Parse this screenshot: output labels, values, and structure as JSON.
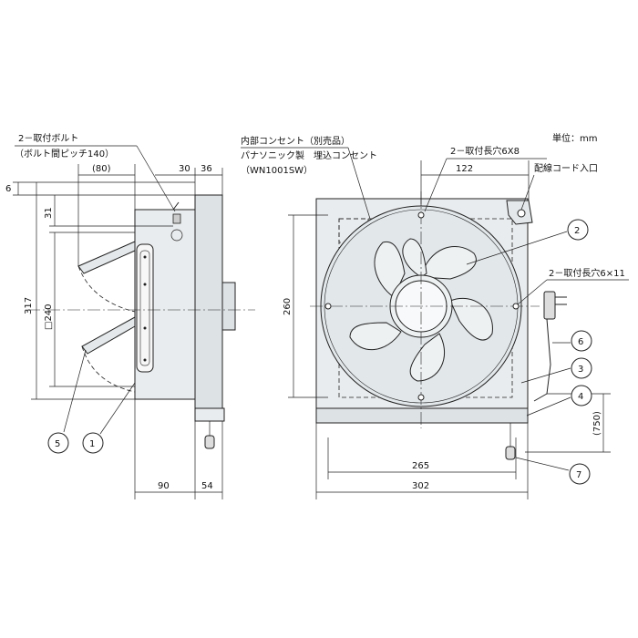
{
  "units_label": "単位：mm",
  "labels": {
    "mount_bolts": "2－取付ボルト",
    "bolt_pitch": "（ボルト間ピッチ140）",
    "internal_outlet": "内部コンセント（別売品）",
    "outlet_maker": "パナソニック製　埋込コンセント",
    "outlet_model": "（WN1001SW）",
    "slot_top": "2－取付長穴6X8",
    "cord_inlet": "配線コード入口",
    "slot_side": "2－取付長穴6×11"
  },
  "dimensions": {
    "d80": "(80)",
    "d30": "30",
    "d36": "36",
    "d6": "6",
    "d31": "31",
    "d317": "317",
    "d240": "□240",
    "d90": "90",
    "d54": "54",
    "d122": "122",
    "d260": "260",
    "d265": "265",
    "d302": "302",
    "d750": "(750)"
  },
  "callouts": [
    "1",
    "2",
    "3",
    "4",
    "5",
    "6",
    "7"
  ]
}
